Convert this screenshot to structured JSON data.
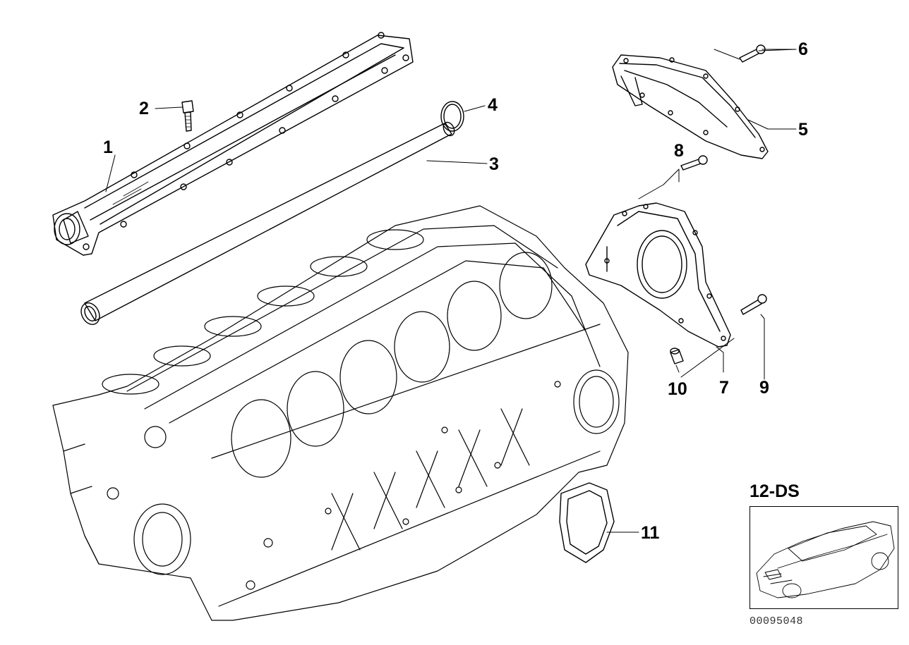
{
  "callouts": [
    {
      "id": "1",
      "label": "1"
    },
    {
      "id": "2",
      "label": "2"
    },
    {
      "id": "3",
      "label": "3"
    },
    {
      "id": "4",
      "label": "4"
    },
    {
      "id": "5",
      "label": "5"
    },
    {
      "id": "6",
      "label": "6"
    },
    {
      "id": "7",
      "label": "7"
    },
    {
      "id": "8",
      "label": "8"
    },
    {
      "id": "9",
      "label": "9"
    },
    {
      "id": "10",
      "label": "10"
    },
    {
      "id": "11",
      "label": "11"
    }
  ],
  "model_code": "12-DS",
  "reference_number": "00095048",
  "colors": {
    "ink": "#000000",
    "background": "#ffffff"
  }
}
